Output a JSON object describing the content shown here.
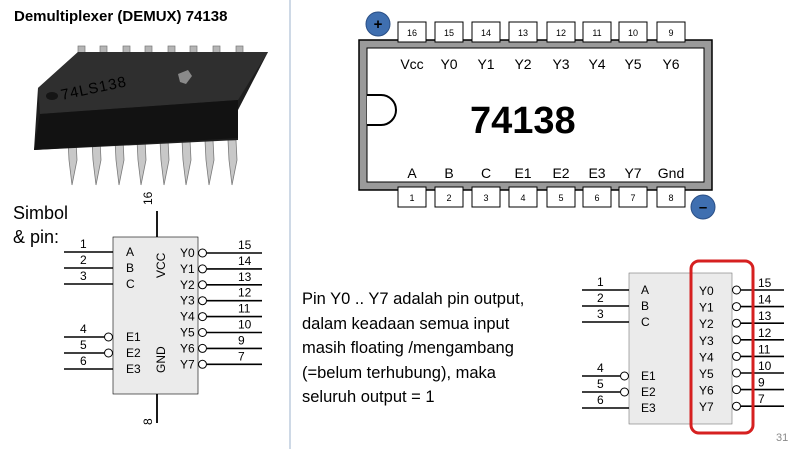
{
  "slide": {
    "title": "Demultiplexer (DEMUX) 74138",
    "page_number": "31",
    "simbol_line1": "Simbol",
    "simbol_line2": "& pin:"
  },
  "chip_photo": {
    "marking": "74LS138"
  },
  "pinout": {
    "chip_name": "74138",
    "top_pins": [
      {
        "num": "16",
        "label": "Vcc"
      },
      {
        "num": "15",
        "label": "Y0"
      },
      {
        "num": "14",
        "label": "Y1"
      },
      {
        "num": "13",
        "label": "Y2"
      },
      {
        "num": "12",
        "label": "Y3"
      },
      {
        "num": "11",
        "label": "Y4"
      },
      {
        "num": "10",
        "label": "Y5"
      },
      {
        "num": "9",
        "label": "Y6"
      }
    ],
    "bottom_pins": [
      {
        "num": "1",
        "label": "A"
      },
      {
        "num": "2",
        "label": "B"
      },
      {
        "num": "3",
        "label": "C"
      },
      {
        "num": "4",
        "label": "E1"
      },
      {
        "num": "5",
        "label": "E2"
      },
      {
        "num": "6",
        "label": "E3"
      },
      {
        "num": "7",
        "label": "Y7"
      },
      {
        "num": "8",
        "label": "Gnd"
      }
    ],
    "plus_badge": "+",
    "minus_badge": "–",
    "plus_color": "#3f6fb0",
    "minus_color": "#3f6fb0"
  },
  "symbol_left": {
    "top_pin_num": "16",
    "bottom_pin_num": "8",
    "vcc_label": "VCC",
    "gnd_label": "GND",
    "inputs": [
      {
        "num": "1",
        "label": "A"
      },
      {
        "num": "2",
        "label": "B"
      },
      {
        "num": "3",
        "label": "C"
      }
    ],
    "enables": [
      {
        "num": "4",
        "label": "E1"
      },
      {
        "num": "5",
        "label": "E2"
      },
      {
        "num": "6",
        "label": "E3"
      }
    ],
    "outputs": [
      {
        "num": "15",
        "label": "Y0"
      },
      {
        "num": "14",
        "label": "Y1"
      },
      {
        "num": "13",
        "label": "Y2"
      },
      {
        "num": "12",
        "label": "Y3"
      },
      {
        "num": "11",
        "label": "Y4"
      },
      {
        "num": "10",
        "label": "Y5"
      },
      {
        "num": "9",
        "label": "Y6"
      },
      {
        "num": "7",
        "label": "Y7"
      }
    ]
  },
  "symbol_right": {
    "highlight_color": "#d62020",
    "inputs": [
      {
        "num": "1",
        "label": "A"
      },
      {
        "num": "2",
        "label": "B"
      },
      {
        "num": "3",
        "label": "C"
      }
    ],
    "enables": [
      {
        "num": "4",
        "label": "E1"
      },
      {
        "num": "5",
        "label": "E2"
      },
      {
        "num": "6",
        "label": "E3"
      }
    ],
    "outputs": [
      {
        "num": "15",
        "label": "Y0"
      },
      {
        "num": "14",
        "label": "Y1"
      },
      {
        "num": "13",
        "label": "Y2"
      },
      {
        "num": "12",
        "label": "Y3"
      },
      {
        "num": "11",
        "label": "Y4"
      },
      {
        "num": "10",
        "label": "Y5"
      },
      {
        "num": "9",
        "label": "Y6"
      },
      {
        "num": "7",
        "label": "Y7"
      }
    ]
  },
  "description": {
    "line1": "Pin Y0 .. Y7 adalah pin output,",
    "line2": "dalam keadaan semua input",
    "line3": "masih floating /mengambang",
    "line4": "(=belum terhubung), maka",
    "line5": "seluruh output = 1"
  }
}
